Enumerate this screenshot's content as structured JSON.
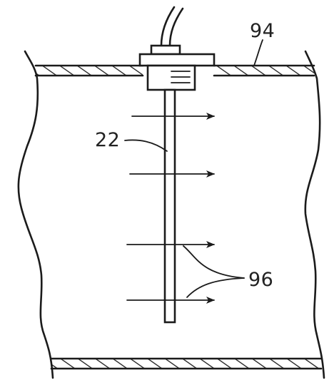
{
  "figure": {
    "labels": {
      "pipe_wall": "94",
      "probe": "22",
      "flow_arrows": "96"
    }
  }
}
